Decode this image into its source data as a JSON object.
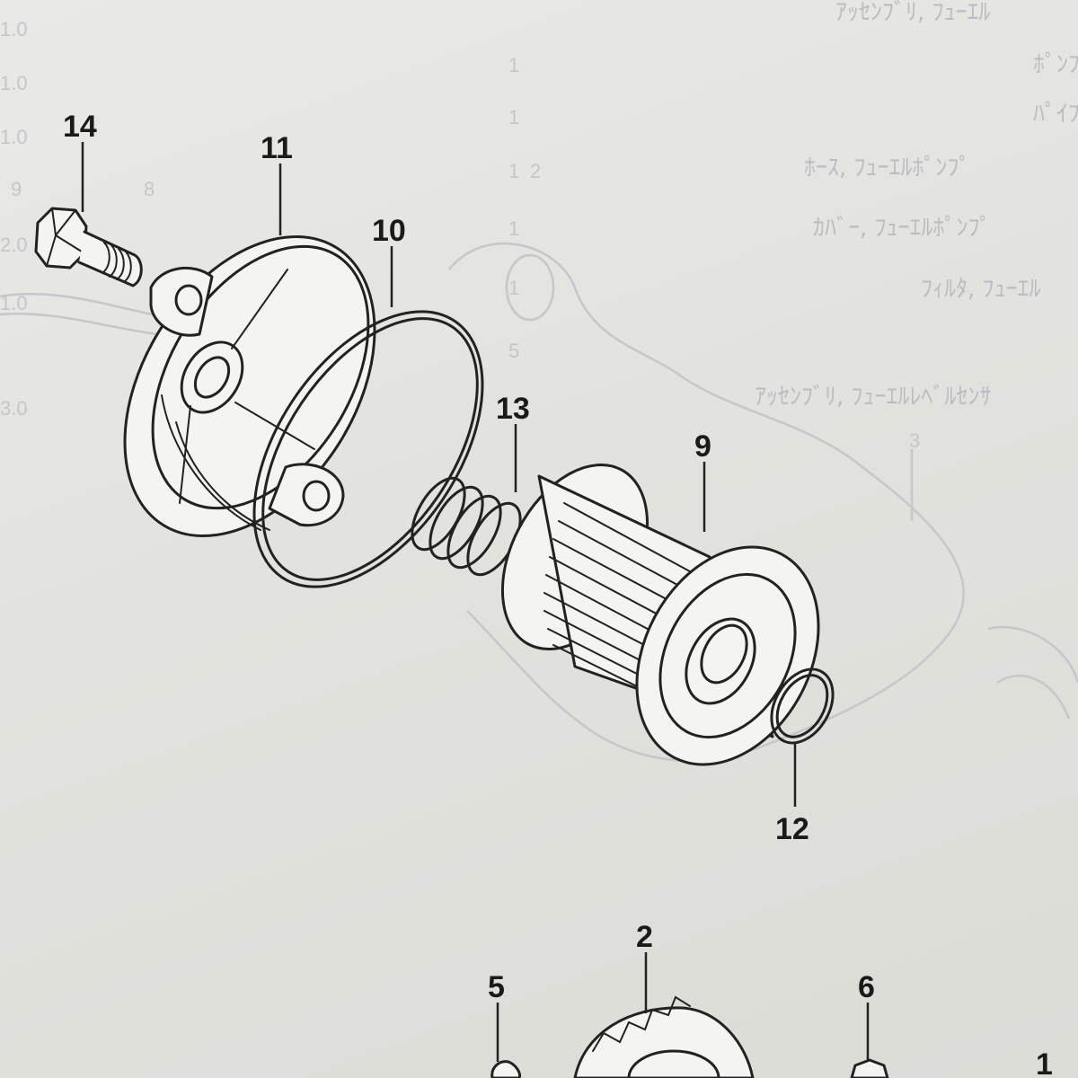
{
  "callouts": {
    "c14": "14",
    "c11": "11",
    "c10": "10",
    "c13": "13",
    "c9": "9",
    "c12": "12",
    "c2": "2",
    "c5": "5",
    "c6": "6",
    "c1": "1"
  },
  "background_text": {
    "lines": [
      "ｱｯｾﾝﾌﾞﾘ, ﾌｭｰｴﾙ",
      "ﾎﾟﾝﾌﾟ",
      "ﾊﾟｲﾌﾟ",
      "ﾎｰｽ, ﾌｭｰｴﾙﾎﾟﾝﾌﾟ",
      "ｶﾊﾞｰ, ﾌｭｰｴﾙﾎﾟﾝﾌﾟ",
      "ﾌｨﾙﾀ, ﾌｭｰｴﾙ",
      "ｱｯｾﾝﾌﾞﾘ, ﾌｭｰｴﾙﾚﾍﾞﾙｾﾝｻ"
    ],
    "left_numbers": [
      "1.0",
      "1.0",
      "1.0",
      "9",
      "2.0",
      "1.0",
      "3.0"
    ],
    "column_numbers": [
      "1",
      "1",
      "1",
      "2",
      "1",
      "1",
      "5",
      "8",
      "3"
    ]
  },
  "colors": {
    "ink": "#222222",
    "paper": "#e6e6e2",
    "ghost": "#c4c7cc"
  }
}
